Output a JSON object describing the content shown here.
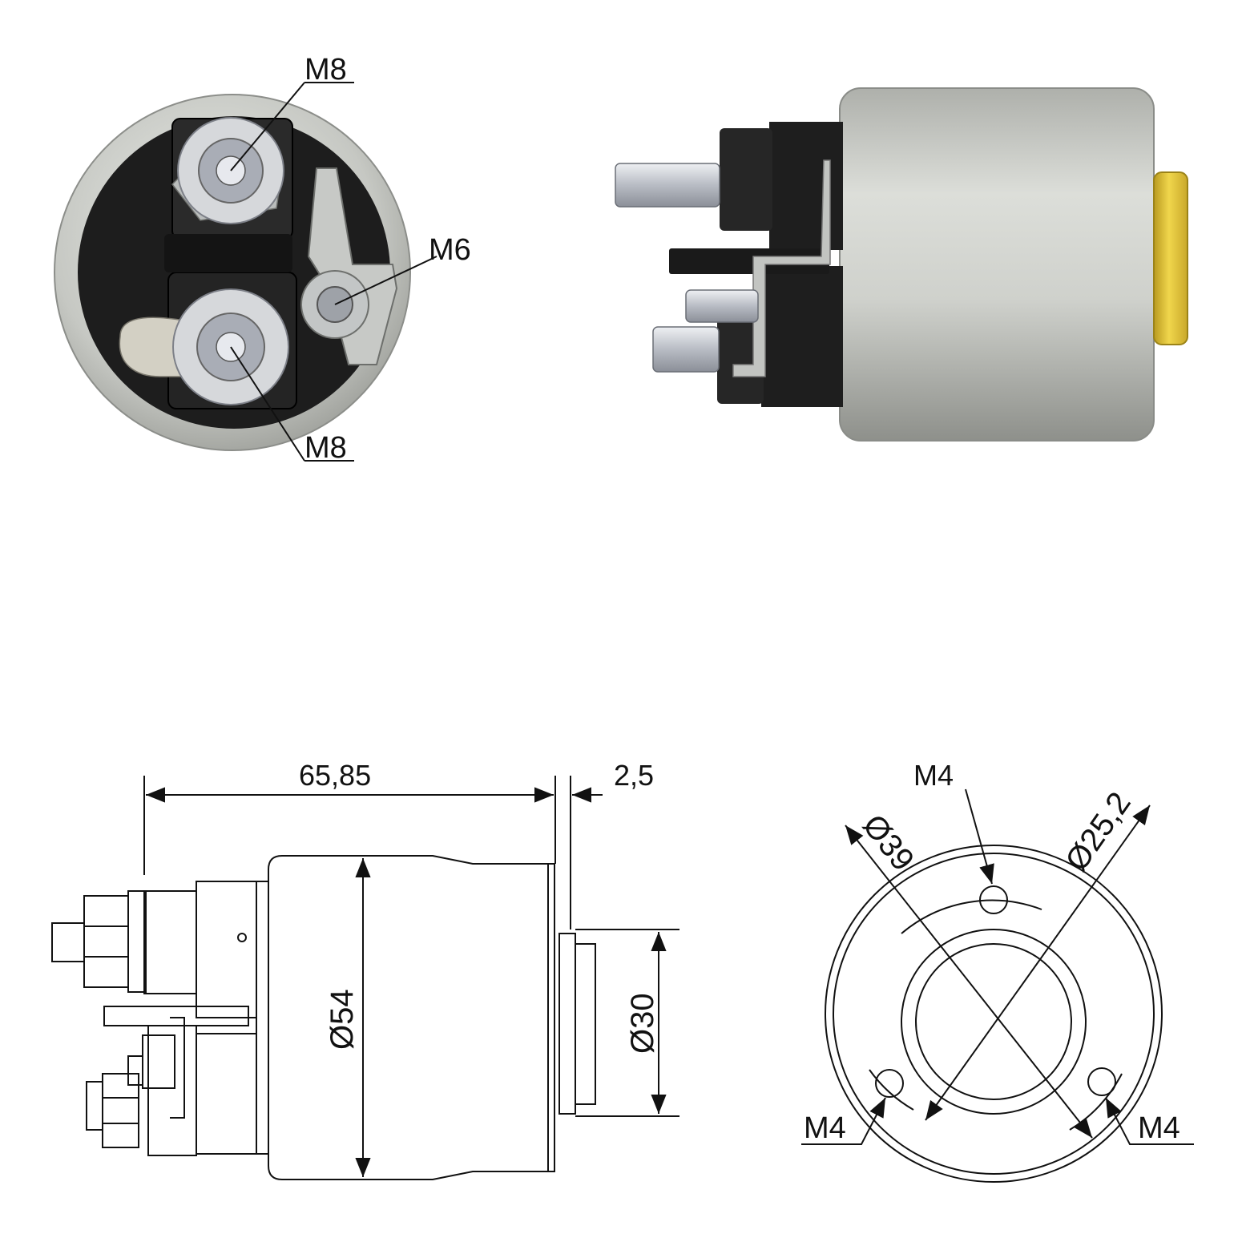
{
  "photo_end_view": {
    "top_terminal_label": "M8",
    "small_terminal_label": "M6",
    "bottom_terminal_label": "M8"
  },
  "drawing_side_view": {
    "length_dimension": "65,85",
    "plunger_offset_dimension": "2,5",
    "body_diameter_dimension": "Ø54",
    "plunger_diameter_dimension": "Ø30"
  },
  "drawing_end_view": {
    "top_hole_label": "M4",
    "outer_circle_dimension": "Ø39",
    "inner_circle_dimension": "Ø25,2",
    "left_hole_label": "M4",
    "right_hole_label": "M4"
  },
  "colors": {
    "steel": "#c9cbc6",
    "black_plastic": "#1c1c1c",
    "brass_cap": "#e3c53a",
    "line": "#111111"
  }
}
